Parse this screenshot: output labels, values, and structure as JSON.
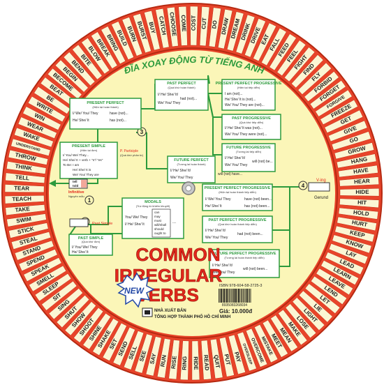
{
  "colors": {
    "ring": "#e8442a",
    "ring_dark": "#c23118",
    "inner": "#fbf6b8",
    "tile": "#fbf6d4",
    "green": "#2c9a3c",
    "title_red": "#e2271c",
    "blue_badge": "#2449a6"
  },
  "disc_title": "ĐĨA XOAY ĐỘNG TỪ TIẾNG ANH",
  "ring_words": [
    "DRIVE",
    "EAT",
    "FALL",
    "FEED",
    "FEEL",
    "FIGHT",
    "FIND",
    "FLY",
    "FORBID",
    "FORGET",
    "FORGIVE",
    "FREEZE",
    "GET",
    "GIVE",
    "GO",
    "GROW",
    "HANG",
    "HAVE",
    "HEAR",
    "HIDE",
    "HIT",
    "HOLD",
    "HURT",
    "KEEP",
    "KNOW",
    "LAY",
    "LEAD",
    "LEARN",
    "LEAVE",
    "LEND",
    "LET",
    "LIE",
    "LIGHT",
    "LOSE",
    "MAKE",
    "MEAN",
    "MEET",
    "MISTAKE",
    "OVERCOME",
    "OVERSLEEP",
    "PAY",
    "PUT",
    "QUIT",
    "READ",
    "RIDE",
    "RING",
    "RISE",
    "RUN",
    "SAY",
    "SEE",
    "SELL",
    "SEND",
    "SET",
    "SHAKE",
    "SHINE",
    "SHOOT",
    "SHOW",
    "SHUT",
    "SING",
    "SIT",
    "SLEEP",
    "SMELL",
    "SPEAK",
    "SPEND",
    "STAND",
    "STEAL",
    "STICK",
    "SWIM",
    "TAKE",
    "TEACH",
    "TEAR",
    "TELL",
    "THINK",
    "THROW",
    "UNDERSTAND",
    "WAKE",
    "WEAR",
    "WIN",
    "WRITE",
    "BE",
    "BEAT",
    "BECOME",
    "BEGIN",
    "BEND",
    "BITE",
    "BLOW",
    "BREAK",
    "BRING",
    "BUILD",
    "BURN",
    "BURST",
    "BUY",
    "CATCH",
    "CHOOSE",
    "COME",
    "COST",
    "CUT",
    "DO",
    "DRAW",
    "DREAM",
    "DRINK"
  ],
  "boxes": {
    "present_perfect": {
      "title": "PRESENT PERFECT",
      "sub": "(Hiện tại hoàn thành)",
      "l1a": "I/ We/ You/ They",
      "l1b": "have (not)...",
      "l2a": "He/ She/ It",
      "l2b": "has (not)..."
    },
    "past_perfect": {
      "title": "PAST PERFECT",
      "sub": "(Quá khứ hoàn thành)",
      "l1a": "I/ He/ She/ It/",
      "l1b": "had (not)...",
      "l2a": "We/ You/ They"
    },
    "present_perfect_progressive_top": {
      "title": "PRESENT PERFECT PROGRESSIVE",
      "sub": "(Hiện tại tiếp diễn)",
      "l1": "I am (not)...",
      "l2": "He/ She/ It is (not)...",
      "l3": "We/ You/ They are (not)..."
    },
    "past_progressive": {
      "title": "PAST PROGRESSIVE",
      "sub": "(Quá khứ tiếp diễn)",
      "l1": "I/ He/ She/ It was (not)...",
      "l2": "We/ You/ They were (not)..."
    },
    "future_progressive": {
      "title": "FUTURE PROGRESSIVE",
      "sub": "(Tương lai tiếp diễn)",
      "l1": "I/ He/ She/ It/",
      "l2": "We/ You/ They",
      "l3": "will (not) be..."
    },
    "present_simple": {
      "title": "PRESENT SIMPLE",
      "sub": "(Hiện tại đơn)",
      "l1": "I/ You/ We/ They...",
      "l2": "He/ She/ It + verb + \"s\"/ \"es\"",
      "l3": "To Be:  I   am",
      "l4": "He/ She/ It   is",
      "l5": "We/ You/ They   are"
    },
    "future_perfect": {
      "title": "FUTURE PERFECT",
      "sub": "(Tương lai hoàn thành)",
      "l1": "I/ He/ She/ It/",
      "l2": "We/ You/ They",
      "l3": "will (not) have..."
    },
    "present_perfect_progressive": {
      "title": "PRESENT PERFECT PROGRESSIVE",
      "sub": "(Hiện tại hoàn thành tiếp diễn)",
      "l1a": "I/ We/ You/ They",
      "l1b": "have (not) been...",
      "l2a": "He/ She/ It",
      "l2b": "has (not) been..."
    },
    "past_perfect_progressive": {
      "title": "PAST PERFECT PROGRESSIVE",
      "sub": "(Quá khứ hoàn thành tiếp diễn)",
      "l1": "I/ He/ She/ It/",
      "l2": "We/ You/ They",
      "l3": "had (not) been..."
    },
    "future_perfect_progressive": {
      "title": "FUTURE PERFECT PROGRESSIVE",
      "sub": "(Tương lai hoàn thành tiếp diễn)",
      "l1": "I/ He/ She/ It/",
      "l2": "We/ You/ They",
      "l3": "will (not) been..."
    },
    "modals": {
      "title": "MODALS",
      "sub": "(Trợ động từ khiếm khuyết)",
      "l1": "You/ We/ They",
      "l2": "I/ He/ She/ It",
      "m": [
        "can",
        "may",
        "must",
        "will/shall",
        "should",
        "ought to"
      ],
      "dots": "..."
    },
    "past_simple": {
      "title": "PAST SIMPLE",
      "sub": "(Quá khứ đơn)",
      "l1": "I/ You/ We/ They",
      "l2": "He/ She/ It"
    }
  },
  "labels": {
    "p_participle": "P. Participle",
    "p_participle_sub": "(Quá khứ phân từ)",
    "infinitive": "Infinitive",
    "infinitive_sub": "Nguyên mẫu",
    "past_simple": "Past  Simple",
    "v_ing": "V-ing",
    "gerund": "Gerund",
    "window_word_top": "tell",
    "window_word_bottom": "told",
    "n1": "1",
    "n2": "2",
    "n3": "3",
    "n4": "4"
  },
  "cover": {
    "title1": "COMMON",
    "title2": "IRREGULAR",
    "title3": "VERBS",
    "badge": "NEW",
    "isbn": "ISBN 978-604-58-2725-3",
    "barcode_number": "8935083268034",
    "price": "Giá: 10.000đ",
    "publisher1": "NHÀ XUẤT BẢN",
    "publisher2": "TỔNG HỢP THÀNH PHỐ HỒ CHÍ MINH"
  }
}
